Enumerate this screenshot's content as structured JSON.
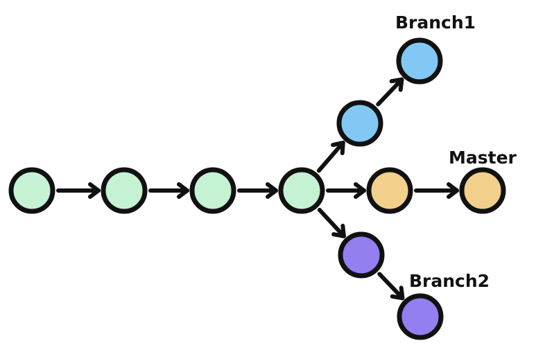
{
  "colors": {
    "stroke": "#111111",
    "background": "#ffffff",
    "base": "#c5f2d3",
    "branch1": "#82c8f5",
    "master": "#f2d08c",
    "branch2": "#957ef0"
  },
  "labels": {
    "branch1": "Branch1",
    "master": "Master",
    "branch2": "Branch2"
  },
  "commits": [
    {
      "id": "c1",
      "group": "base"
    },
    {
      "id": "c2",
      "group": "base"
    },
    {
      "id": "c3",
      "group": "base"
    },
    {
      "id": "c4",
      "group": "base"
    },
    {
      "id": "b1a",
      "group": "branch1"
    },
    {
      "id": "b1b",
      "group": "branch1"
    },
    {
      "id": "m1",
      "group": "master"
    },
    {
      "id": "m2",
      "group": "master"
    },
    {
      "id": "b2a",
      "group": "branch2"
    },
    {
      "id": "b2b",
      "group": "branch2"
    }
  ],
  "edges": [
    {
      "from": "c1",
      "to": "c2"
    },
    {
      "from": "c2",
      "to": "c3"
    },
    {
      "from": "c3",
      "to": "c4"
    },
    {
      "from": "c4",
      "to": "b1a"
    },
    {
      "from": "b1a",
      "to": "b1b"
    },
    {
      "from": "c4",
      "to": "m1"
    },
    {
      "from": "m1",
      "to": "m2"
    },
    {
      "from": "c4",
      "to": "b2a"
    },
    {
      "from": "b2a",
      "to": "b2b"
    }
  ]
}
